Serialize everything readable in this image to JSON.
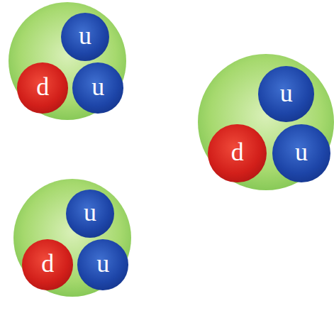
{
  "diagram": {
    "nodes": [
      {
        "text": []
      },
      {
        "text": [
          "u"
        ],
        "in": 0
      },
      {
        "text": [
          "d"
        ],
        "in": 0
      },
      {
        "text": [
          "u"
        ],
        "in": 0
      },
      {
        "text": []
      },
      {
        "text": [
          "u"
        ],
        "in": 4
      },
      {
        "text": [
          "d"
        ],
        "in": 4
      },
      {
        "text": [
          "u"
        ],
        "in": 4
      },
      {
        "text": []
      },
      {
        "text": [
          "u"
        ],
        "in": 8
      },
      {
        "text": [
          "d"
        ],
        "in": 8
      },
      {
        "text": [
          "u"
        ],
        "in": 8
      }
    ]
  }
}
